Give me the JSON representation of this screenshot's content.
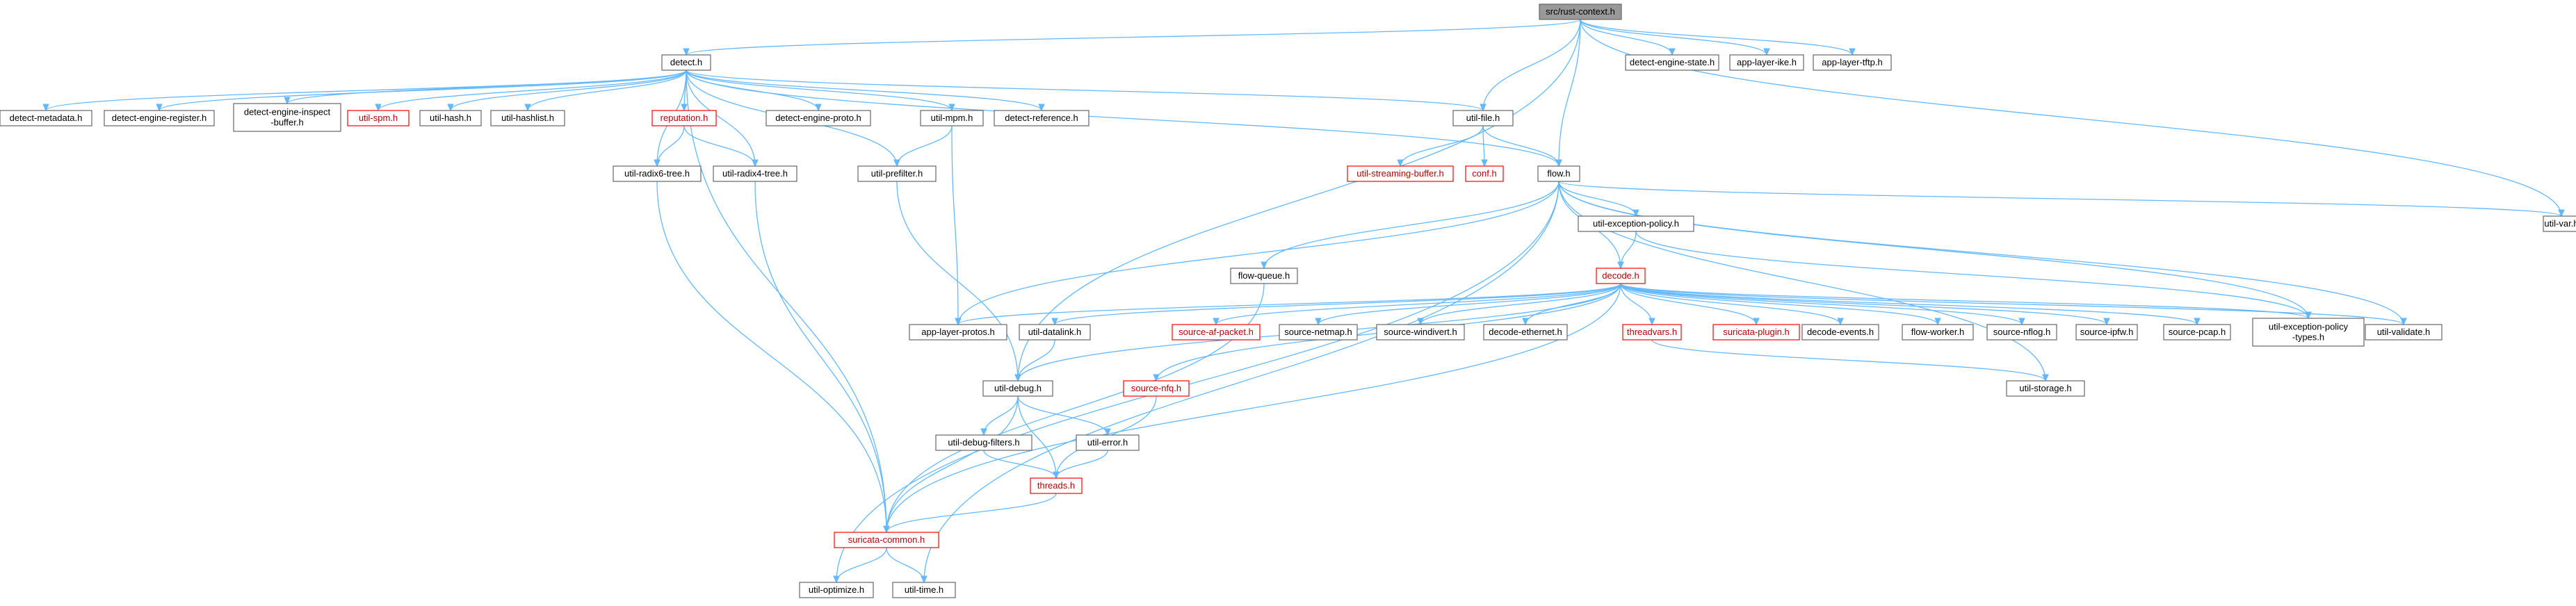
{
  "diagram": {
    "type": "include-dependency-graph",
    "colors": {
      "edge": "#63b8ff",
      "root_fill": "#999999",
      "node_border": "#666666",
      "highlight_border": "#ff0000"
    },
    "nodes": [
      {
        "id": "root",
        "lines": [
          "src/rust-context.h"
        ],
        "style": "root"
      },
      {
        "id": "detect",
        "lines": [
          "detect.h"
        ],
        "style": "normal"
      },
      {
        "id": "detect_engine_state",
        "lines": [
          "detect-engine-state.h"
        ],
        "style": "normal"
      },
      {
        "id": "app_layer_ike",
        "lines": [
          "app-layer-ike.h"
        ],
        "style": "normal"
      },
      {
        "id": "app_layer_tftp",
        "lines": [
          "app-layer-tftp.h"
        ],
        "style": "normal"
      },
      {
        "id": "detect_metadata",
        "lines": [
          "detect-metadata.h"
        ],
        "style": "normal"
      },
      {
        "id": "detect_engine_register",
        "lines": [
          "detect-engine-register.h"
        ],
        "style": "normal"
      },
      {
        "id": "detect_engine_inspect_buffer",
        "lines": [
          "detect-engine-inspect",
          "-buffer.h"
        ],
        "style": "normal"
      },
      {
        "id": "util_spm",
        "lines": [
          "util-spm.h"
        ],
        "style": "red"
      },
      {
        "id": "util_hash",
        "lines": [
          "util-hash.h"
        ],
        "style": "normal"
      },
      {
        "id": "util_hashlist",
        "lines": [
          "util-hashlist.h"
        ],
        "style": "normal"
      },
      {
        "id": "reputation",
        "lines": [
          "reputation.h"
        ],
        "style": "red"
      },
      {
        "id": "detect_engine_proto",
        "lines": [
          "detect-engine-proto.h"
        ],
        "style": "normal"
      },
      {
        "id": "util_mpm",
        "lines": [
          "util-mpm.h"
        ],
        "style": "normal"
      },
      {
        "id": "detect_reference",
        "lines": [
          "detect-reference.h"
        ],
        "style": "normal"
      },
      {
        "id": "util_file",
        "lines": [
          "util-file.h"
        ],
        "style": "normal"
      },
      {
        "id": "util_radix6_tree",
        "lines": [
          "util-radix6-tree.h"
        ],
        "style": "normal"
      },
      {
        "id": "util_radix4_tree",
        "lines": [
          "util-radix4-tree.h"
        ],
        "style": "normal"
      },
      {
        "id": "util_prefilter",
        "lines": [
          "util-prefilter.h"
        ],
        "style": "normal"
      },
      {
        "id": "util_streaming_buffer",
        "lines": [
          "util-streaming-buffer.h"
        ],
        "style": "red"
      },
      {
        "id": "conf",
        "lines": [
          "conf.h"
        ],
        "style": "red"
      },
      {
        "id": "flow",
        "lines": [
          "flow.h"
        ],
        "style": "normal"
      },
      {
        "id": "util_var",
        "lines": [
          "util-var.h"
        ],
        "style": "normal"
      },
      {
        "id": "util_exception_policy",
        "lines": [
          "util-exception-policy.h"
        ],
        "style": "normal"
      },
      {
        "id": "flow_queue",
        "lines": [
          "flow-queue.h"
        ],
        "style": "normal"
      },
      {
        "id": "decode",
        "lines": [
          "decode.h"
        ],
        "style": "red"
      },
      {
        "id": "app_layer_protos",
        "lines": [
          "app-layer-protos.h"
        ],
        "style": "normal"
      },
      {
        "id": "util_datalink",
        "lines": [
          "util-datalink.h"
        ],
        "style": "normal"
      },
      {
        "id": "source_af_packet",
        "lines": [
          "source-af-packet.h"
        ],
        "style": "red"
      },
      {
        "id": "source_netmap",
        "lines": [
          "source-netmap.h"
        ],
        "style": "normal"
      },
      {
        "id": "source_windivert",
        "lines": [
          "source-windivert.h"
        ],
        "style": "normal"
      },
      {
        "id": "decode_ethernet",
        "lines": [
          "decode-ethernet.h"
        ],
        "style": "normal"
      },
      {
        "id": "threadvars",
        "lines": [
          "threadvars.h"
        ],
        "style": "red"
      },
      {
        "id": "suricata_plugin",
        "lines": [
          "suricata-plugin.h"
        ],
        "style": "red"
      },
      {
        "id": "decode_events",
        "lines": [
          "decode-events.h"
        ],
        "style": "normal"
      },
      {
        "id": "flow_worker",
        "lines": [
          "flow-worker.h"
        ],
        "style": "normal"
      },
      {
        "id": "source_nflog",
        "lines": [
          "source-nflog.h"
        ],
        "style": "normal"
      },
      {
        "id": "source_ipfw",
        "lines": [
          "source-ipfw.h"
        ],
        "style": "normal"
      },
      {
        "id": "source_pcap",
        "lines": [
          "source-pcap.h"
        ],
        "style": "normal"
      },
      {
        "id": "util_exception_policy_types",
        "lines": [
          "util-exception-policy",
          "-types.h"
        ],
        "style": "normal"
      },
      {
        "id": "util_validate",
        "lines": [
          "util-validate.h"
        ],
        "style": "normal"
      },
      {
        "id": "source_nfq",
        "lines": [
          "source-nfq.h"
        ],
        "style": "red"
      },
      {
        "id": "util_debug",
        "lines": [
          "util-debug.h"
        ],
        "style": "normal"
      },
      {
        "id": "util_storage",
        "lines": [
          "util-storage.h"
        ],
        "style": "normal"
      },
      {
        "id": "util_debug_filters",
        "lines": [
          "util-debug-filters.h"
        ],
        "style": "normal"
      },
      {
        "id": "util_error",
        "lines": [
          "util-error.h"
        ],
        "style": "normal"
      },
      {
        "id": "threads",
        "lines": [
          "threads.h"
        ],
        "style": "red"
      },
      {
        "id": "suricata_common",
        "lines": [
          "suricata-common.h"
        ],
        "style": "red"
      },
      {
        "id": "util_optimize",
        "lines": [
          "util-optimize.h"
        ],
        "style": "normal"
      },
      {
        "id": "util_time",
        "lines": [
          "util-time.h"
        ],
        "style": "normal"
      }
    ],
    "edges": [
      [
        "root",
        "detect"
      ],
      [
        "root",
        "detect_engine_state"
      ],
      [
        "root",
        "app_layer_ike"
      ],
      [
        "root",
        "app_layer_tftp"
      ],
      [
        "root",
        "util_file"
      ],
      [
        "root",
        "flow"
      ],
      [
        "root",
        "util_debug"
      ],
      [
        "root",
        "util_var"
      ],
      [
        "detect",
        "detect_metadata"
      ],
      [
        "detect",
        "detect_engine_register"
      ],
      [
        "detect",
        "detect_engine_inspect_buffer"
      ],
      [
        "detect",
        "util_spm"
      ],
      [
        "detect",
        "util_hash"
      ],
      [
        "detect",
        "util_hashlist"
      ],
      [
        "detect",
        "reputation"
      ],
      [
        "detect",
        "detect_engine_proto"
      ],
      [
        "detect",
        "util_mpm"
      ],
      [
        "detect",
        "detect_reference"
      ],
      [
        "detect",
        "util_file"
      ],
      [
        "detect",
        "util_radix6_tree"
      ],
      [
        "detect",
        "util_radix4_tree"
      ],
      [
        "detect",
        "util_prefilter"
      ],
      [
        "detect",
        "flow"
      ],
      [
        "detect",
        "suricata_common"
      ],
      [
        "reputation",
        "util_radix6_tree"
      ],
      [
        "reputation",
        "util_radix4_tree"
      ],
      [
        "util_mpm",
        "util_prefilter"
      ],
      [
        "util_mpm",
        "app_layer_protos"
      ],
      [
        "util_file",
        "util_streaming_buffer"
      ],
      [
        "util_file",
        "conf"
      ],
      [
        "util_file",
        "flow"
      ],
      [
        "util_radix6_tree",
        "suricata_common"
      ],
      [
        "util_radix4_tree",
        "suricata_common"
      ],
      [
        "util_prefilter",
        "util_debug"
      ],
      [
        "flow",
        "util_exception_policy"
      ],
      [
        "flow",
        "flow_queue"
      ],
      [
        "flow",
        "decode"
      ],
      [
        "flow",
        "app_layer_protos"
      ],
      [
        "flow",
        "util_var"
      ],
      [
        "flow",
        "util_exception_policy_types"
      ],
      [
        "flow",
        "util_validate"
      ],
      [
        "flow",
        "util_storage"
      ],
      [
        "flow",
        "util_time"
      ],
      [
        "flow",
        "util_optimize"
      ],
      [
        "util_exception_policy",
        "decode"
      ],
      [
        "util_exception_policy",
        "util_exception_policy_types"
      ],
      [
        "flow_queue",
        "suricata_common"
      ],
      [
        "decode",
        "app_layer_protos"
      ],
      [
        "decode",
        "util_datalink"
      ],
      [
        "decode",
        "source_af_packet"
      ],
      [
        "decode",
        "source_netmap"
      ],
      [
        "decode",
        "source_windivert"
      ],
      [
        "decode",
        "decode_ethernet"
      ],
      [
        "decode",
        "threadvars"
      ],
      [
        "decode",
        "suricata_plugin"
      ],
      [
        "decode",
        "decode_events"
      ],
      [
        "decode",
        "flow_worker"
      ],
      [
        "decode",
        "source_nflog"
      ],
      [
        "decode",
        "source_ipfw"
      ],
      [
        "decode",
        "source_pcap"
      ],
      [
        "decode",
        "util_exception_policy_types"
      ],
      [
        "decode",
        "util_validate"
      ],
      [
        "decode",
        "source_nfq"
      ],
      [
        "decode",
        "util_debug"
      ],
      [
        "decode",
        "suricata_common"
      ],
      [
        "util_datalink",
        "util_debug"
      ],
      [
        "threadvars",
        "util_storage"
      ],
      [
        "source_nfq",
        "threads"
      ],
      [
        "util_debug",
        "util_debug_filters"
      ],
      [
        "util_debug",
        "util_error"
      ],
      [
        "util_debug",
        "threads"
      ],
      [
        "util_debug",
        "suricata_common"
      ],
      [
        "util_debug_filters",
        "threads"
      ],
      [
        "util_error",
        "threads"
      ],
      [
        "threads",
        "suricata_common"
      ],
      [
        "suricata_common",
        "util_optimize"
      ],
      [
        "suricata_common",
        "util_time"
      ]
    ]
  }
}
